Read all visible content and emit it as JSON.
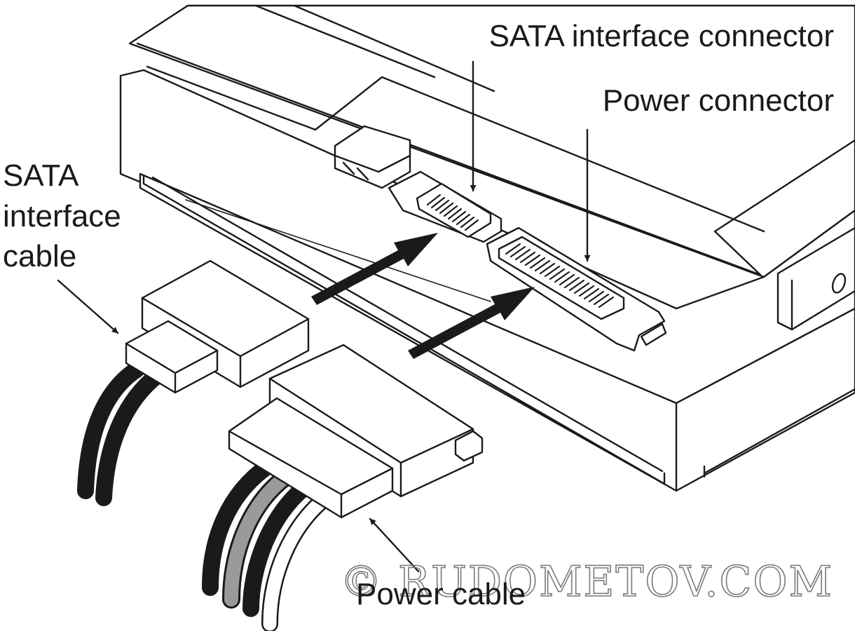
{
  "labels": {
    "sata_interface_connector": "SATA interface connector",
    "power_connector": "Power connector",
    "sata_cable_line1": "SATA",
    "sata_cable_line2": "interface",
    "sata_cable_line3": "cable",
    "power_cable": "Power cable"
  },
  "watermark": "© RUDOMETOV.COM",
  "colors": {
    "ink": "#1a1a1a",
    "gray_wire": "#9a9a9a",
    "watermark": "#7a7a7a"
  }
}
